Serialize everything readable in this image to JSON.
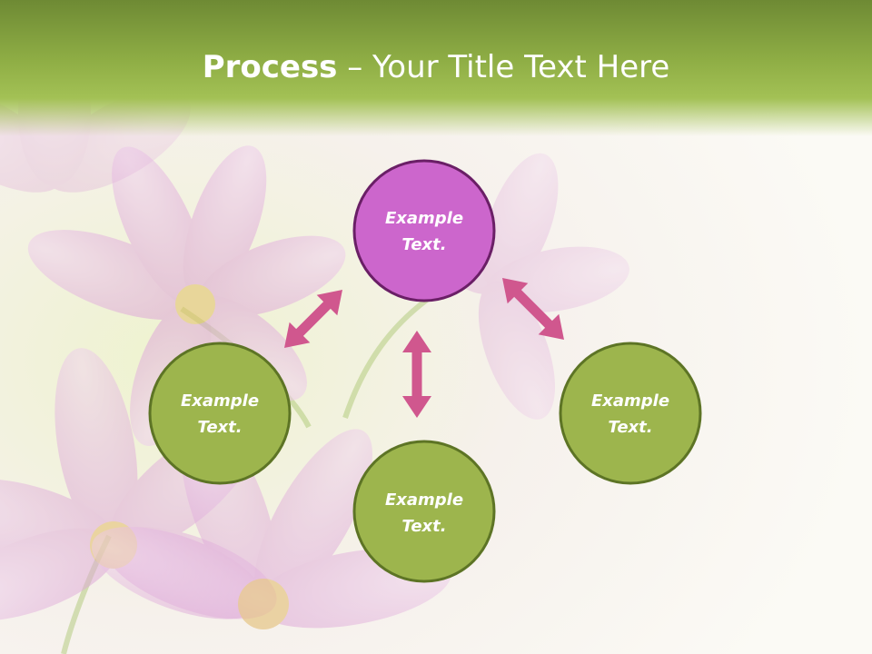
{
  "title": {
    "strong": "Process",
    "rest": " – Your Title Text Here"
  },
  "nodes": [
    {
      "id": "top",
      "line1": "Example",
      "line2": "Text.",
      "fill": "#cc66cc",
      "stroke": "#6a1f66"
    },
    {
      "id": "left",
      "line1": "Example",
      "line2": "Text.",
      "fill": "#9db54d",
      "stroke": "#5d7425"
    },
    {
      "id": "bottom",
      "line1": "Example",
      "line2": "Text.",
      "fill": "#9db54d",
      "stroke": "#5d7425"
    },
    {
      "id": "right",
      "line1": "Example",
      "line2": "Text.",
      "fill": "#9db54d",
      "stroke": "#5d7425"
    }
  ],
  "colors": {
    "arrow": "#d0578e",
    "header": "#8fae45"
  }
}
